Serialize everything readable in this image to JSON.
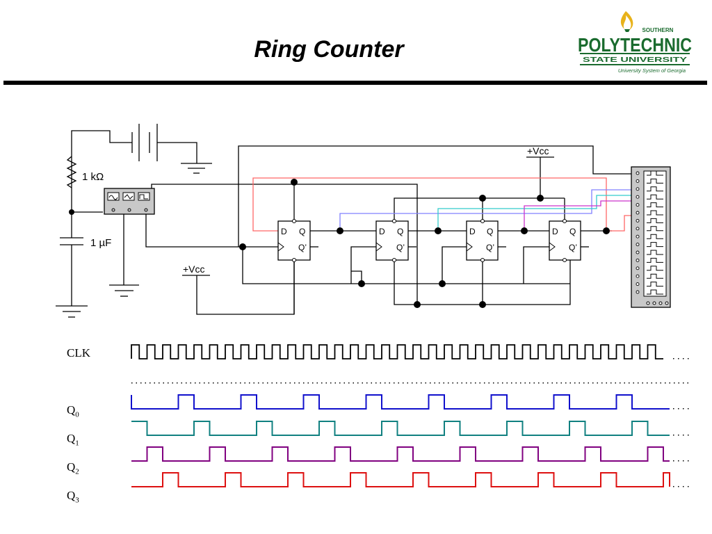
{
  "slide": {
    "title": "Ring Counter"
  },
  "logo": {
    "top_word": "SOUTHERN",
    "main_word": "POLYTECHNIC",
    "sub_word": "STATE UNIVERSITY",
    "tagline": "University System of Georgia",
    "colors": {
      "green": "#1a6b2e",
      "gold": "#e8b21a"
    }
  },
  "circuit": {
    "resistor_label": "1 kΩ",
    "capacitor_label": "1 µF",
    "vcc_label_top": "+Vcc",
    "vcc_label_bottom": "+Vcc",
    "ff_d": "D",
    "ff_q": "Q",
    "ff_qbar": "Q’",
    "wire_colors": {
      "q0": "#8080ff",
      "q1": "#33cccc",
      "q2": "#cc33cc",
      "q3": "#ff6666"
    }
  },
  "timing": {
    "labels": [
      {
        "base": "CLK",
        "sub": ""
      },
      {
        "base": "Q",
        "sub": "0"
      },
      {
        "base": "Q",
        "sub": "1"
      },
      {
        "base": "Q",
        "sub": "2"
      },
      {
        "base": "Q",
        "sub": "3"
      }
    ],
    "colors": {
      "clk": "#000000",
      "q0": "#1010cc",
      "q1": "#108080",
      "q2": "#800080",
      "q3": "#dd1010"
    }
  }
}
